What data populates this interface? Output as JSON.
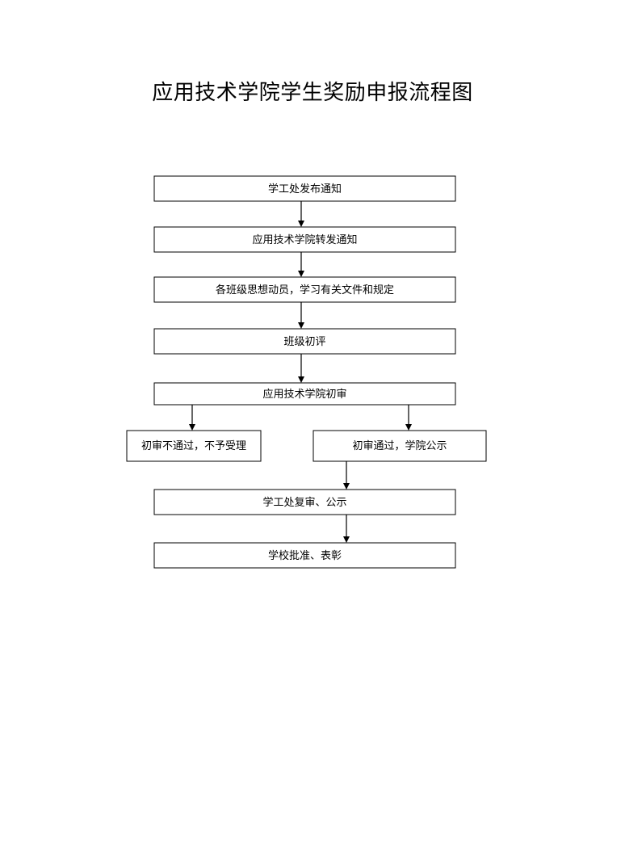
{
  "title": "应用技术学院学生奖励申报流程图",
  "nodes": {
    "n1": "学工处发布通知",
    "n2": "应用技术学院转发通知",
    "n3": "各班级思想动员，学习有关文件和规定",
    "n4": "班级初评",
    "n5": "应用技术学院初审",
    "n6": "初审不通过，不予受理",
    "n7": "初审通过，学院公示",
    "n8": "学工处复审、公示",
    "n9": "学校批准、表彰"
  }
}
